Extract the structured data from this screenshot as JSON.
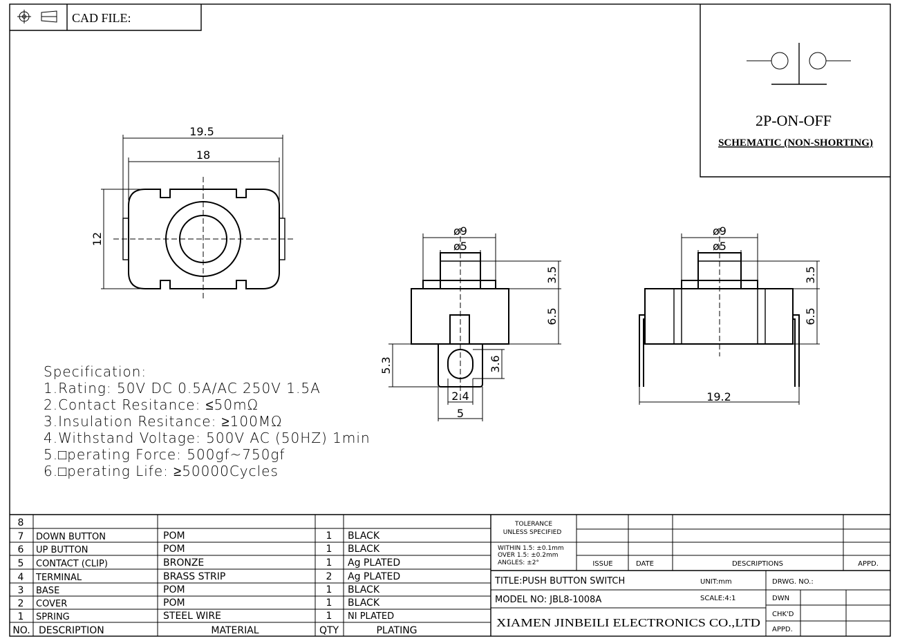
{
  "header": {
    "cad_label": "CAD FILE:"
  },
  "schematic": {
    "type_label": "2P-ON-OFF",
    "caption": "SCHEMATIC (NON-SHORTING)"
  },
  "top_view": {
    "dim_overall_width": "19.5",
    "dim_inner_width": "18",
    "dim_height": "12"
  },
  "front_view": {
    "dim_outer_dia": "ø9",
    "dim_inner_dia": "ø5",
    "dim_button_h": "3.5",
    "dim_body_h": "6.5",
    "dim_slot_h": "5.3",
    "dim_hole_h": "3.6",
    "dim_hole_w": "2.4",
    "dim_tab_w": "5"
  },
  "side_view": {
    "dim_outer_dia": "ø9",
    "dim_inner_dia": "ø5",
    "dim_button_h": "3.5",
    "dim_body_h": "6.5",
    "dim_terminal_span": "19.2"
  },
  "specification": {
    "title": "Specification:",
    "lines": [
      "1.Rating: 50V DC 0.5A/AC 250V 1.5A",
      "2.Contact Resitance: ≤50mΩ",
      "3.Insulation Resitance: ≥100MΩ",
      "4.Withstand Voltage: 500V AC (50HZ) 1min",
      "5.□perating Force: 500gf~750gf",
      "6.□perating Life: ≥50000Cycles"
    ]
  },
  "bom": {
    "header": {
      "no": "NO.",
      "description": "DESCRIPTION",
      "material": "MATERIAL",
      "qty": "QTY",
      "plating": "PLATING"
    },
    "rows": [
      {
        "no": "8",
        "description": "",
        "material": "",
        "qty": "",
        "plating": ""
      },
      {
        "no": "7",
        "description": "DOWN BUTTON",
        "material": "POM",
        "qty": "1",
        "plating": "BLACK"
      },
      {
        "no": "6",
        "description": "UP BUTTON",
        "material": "POM",
        "qty": "1",
        "plating": "BLACK"
      },
      {
        "no": "5",
        "description": "CONTACT (CLIP)",
        "material": "BRONZE",
        "qty": "1",
        "plating": "Ag PLATED"
      },
      {
        "no": "4",
        "description": "TERMINAL",
        "material": "BRASS STRIP",
        "qty": "2",
        "plating": "Ag PLATED"
      },
      {
        "no": "3",
        "description": "BASE",
        "material": "POM",
        "qty": "1",
        "plating": "BLACK"
      },
      {
        "no": "2",
        "description": "COVER",
        "material": "POM",
        "qty": "1",
        "plating": "BLACK"
      },
      {
        "no": "1",
        "description": "SPRING",
        "material": "STEEL WIRE",
        "qty": "1",
        "plating": "NI PLATED"
      }
    ]
  },
  "title_block": {
    "tolerance_1": "TOLERANCE",
    "tolerance_2": "UNLESS SPECIFIED",
    "tol_within": "WITHIN 1.5: ±0.1mm",
    "tol_over": "OVER 1.5:  ±0.2mm",
    "tol_angles": "ANGLES: ±2°",
    "issue": "ISSUE",
    "date": "DATE",
    "descriptions": "DESCRIPTIONS",
    "appd": "APPD.",
    "title": "TITLE:PUSH BUTTON SWITCH",
    "unit": "UNIT:mm",
    "drwg_no": "DRWG. NO.:",
    "model": "MODEL NO: JBL8-1008A",
    "scale": "SCALE:4:1",
    "dwn": "DWN",
    "chkd": "CHK'D",
    "appd2": "APPD.",
    "company": "XIAMEN JINBEILI ELECTRONICS CO.,LTD"
  }
}
